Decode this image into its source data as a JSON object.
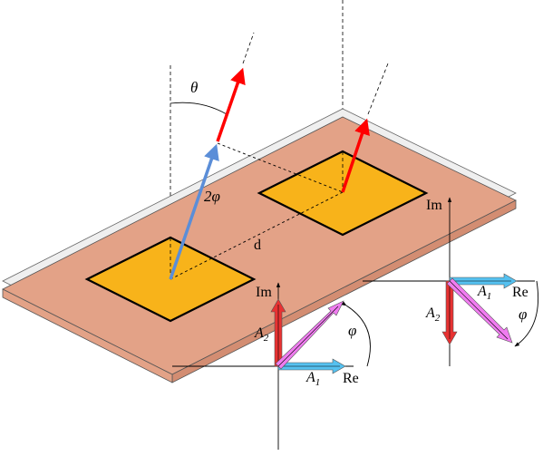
{
  "labels": {
    "theta": "θ",
    "two_phi": "2φ",
    "d": "d",
    "im": "Im",
    "re": "Re",
    "phi": "φ",
    "A": "A",
    "sub1": "1",
    "sub2": "2"
  },
  "colors": {
    "substrate_top": "#e3a287",
    "substrate_side": "#dd9a80",
    "substrate_edge": "#e6e6e6",
    "patch": "#f8b31a",
    "red_beam": "#ff0000",
    "blue_beam": "#5b8ed8",
    "phasor_red": "#e83232",
    "phasor_blue": "#55c1f0",
    "phasor_magenta": "#f07cf0",
    "line": "#000000"
  }
}
